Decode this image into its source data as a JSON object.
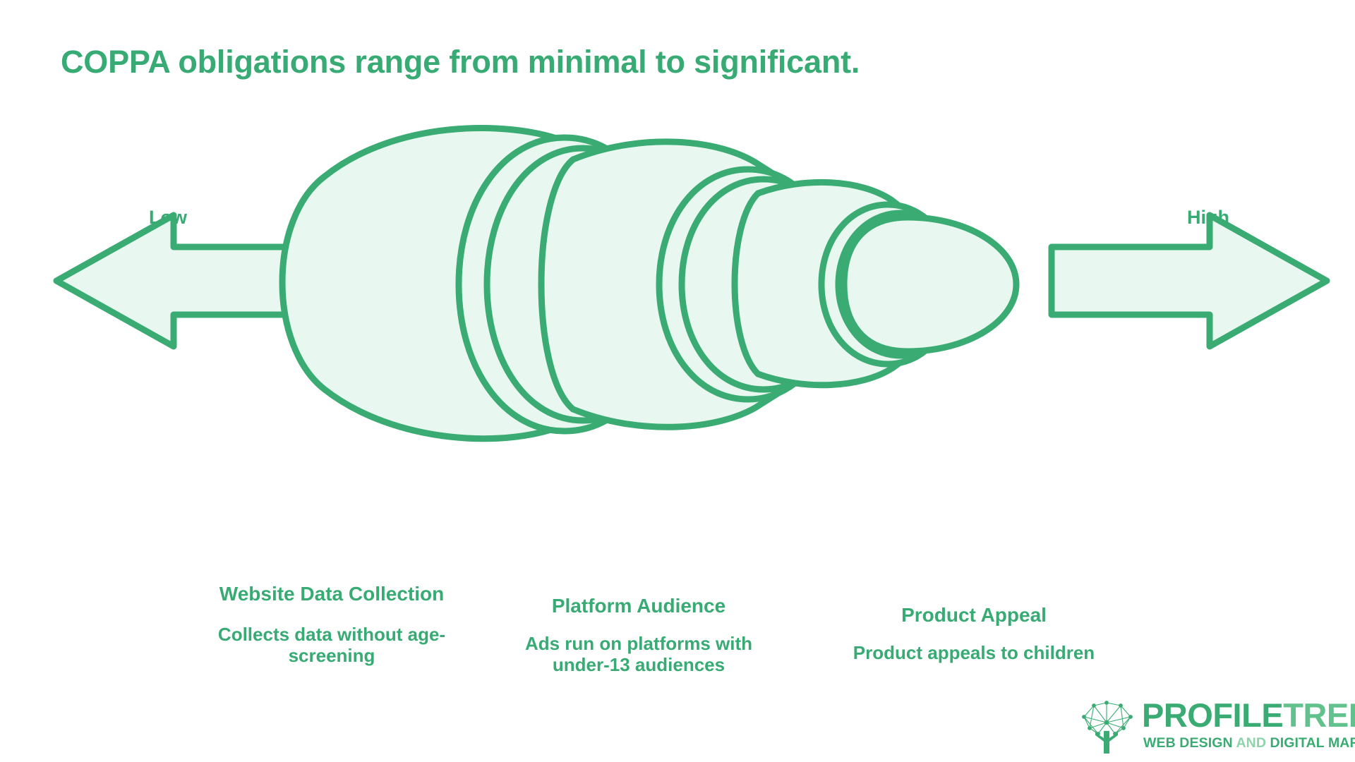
{
  "title": "COPPA obligations range from minimal to significant.",
  "scale": {
    "low_label": "Low",
    "high_label": "High"
  },
  "stages": [
    {
      "title": "Website Data Collection",
      "description": "Collects data without age-screening"
    },
    {
      "title": "Platform Audience",
      "description": "Ads run on platforms with under-13 audiences"
    },
    {
      "title": "Product Appeal",
      "description": "Product appeals to children"
    }
  ],
  "logo": {
    "word_primary": "PROFILE",
    "word_secondary": "TREE",
    "tagline_1": "WEB DESIGN ",
    "tagline_2": "AND ",
    "tagline_3": "DIGITAL MARKETING"
  },
  "colors": {
    "stroke": "#3aab72",
    "fill": "#e8f8f0",
    "text": "#38ab74",
    "background": "#ffffff"
  },
  "chart_data": {
    "type": "diagram",
    "subtype": "telescoping-cone-scale",
    "title": "COPPA obligations range from minimal to significant.",
    "axis_low": "Low",
    "axis_high": "High",
    "direction": "bidirectional-horizontal",
    "segments": [
      {
        "index": 1,
        "label": "Website Data Collection",
        "detail": "Collects data without age-screening",
        "relative_size": 1.0
      },
      {
        "index": 2,
        "label": "Platform Audience",
        "detail": "Ads run on platforms with under-13 audiences",
        "relative_size": 0.72
      },
      {
        "index": 3,
        "label": "Product Appeal",
        "detail": "Product appeals to children",
        "relative_size": 0.48
      }
    ]
  }
}
